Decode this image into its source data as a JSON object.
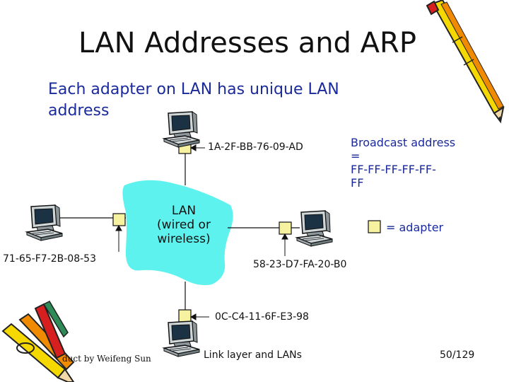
{
  "title": "LAN Addresses and ARP",
  "subtitle": "Each adapter on LAN has unique LAN address",
  "broadcast": {
    "lines": [
      "Broadcast address",
      "=",
      "FF-FF-FF-FF-FF-",
      "FF"
    ]
  },
  "lan_label": {
    "lines": [
      "LAN",
      "(wired or",
      "wireless)"
    ]
  },
  "legend": {
    "adapter_text": "= adapter",
    "adapter_color": "#f6f2a0"
  },
  "hosts": {
    "top": "1A-2F-BB-76-09-AD",
    "left": "71-65-F7-2B-08-53",
    "right": "58-23-D7-FA-20-B0",
    "bottom": "0C-C4-11-6F-E3-98"
  },
  "footer": {
    "center": "Link layer and LANs",
    "left": "duct by Weifeng Sun",
    "page": "50/129"
  },
  "colors": {
    "lan_cloud": "#5ef2ee",
    "title_text": "#111111",
    "subtitle_text": "#1a2a9a",
    "pencil_yellow": "#f5d800",
    "pencil_orange": "#f08a00",
    "pencil_red": "#d81f1f"
  },
  "icons": [
    "computer-icon",
    "pencil-clipart-icon",
    "adapter-square-icon"
  ]
}
